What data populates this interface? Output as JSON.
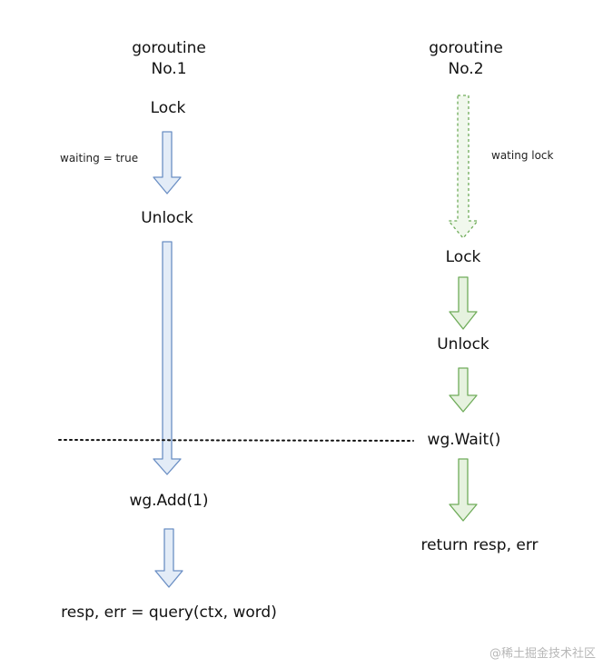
{
  "goroutine1": {
    "title_line1": "goroutine",
    "title_line2": "No.1",
    "step_lock": "Lock",
    "note_waiting": "waiting = true",
    "step_unlock": "Unlock",
    "step_add": "wg.Add(1)",
    "step_query": "resp, err = query(ctx, word)",
    "color": "#6b8fc4"
  },
  "goroutine2": {
    "title_line1": "goroutine",
    "title_line2": "No.2",
    "note_waiting": "wating lock",
    "step_lock": "Lock",
    "step_unlock": "Unlock",
    "step_wait": "wg.Wait()",
    "step_return": "return resp, err",
    "color": "#6fac5a"
  },
  "watermark": "@稀土掘金技术社区"
}
